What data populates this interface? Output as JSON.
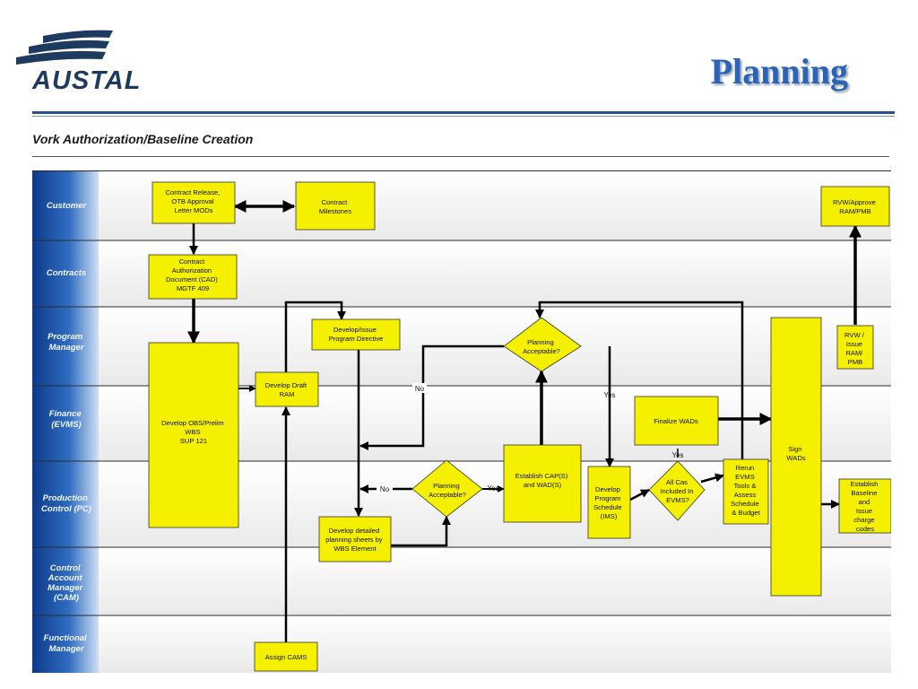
{
  "header": {
    "logo_text": "AUSTAL",
    "title": "Planning",
    "subtitle": "Vork Authorization/Baseline Creation"
  },
  "colors": {
    "brand_navy": "#1e3a5f",
    "title_blue": "#2a63b8",
    "lane_blue": "#2f6cc0",
    "box_yellow": "#f4f000"
  },
  "lanes": [
    {
      "lines": [
        "Customer"
      ]
    },
    {
      "lines": [
        "Contracts"
      ]
    },
    {
      "lines": [
        "Program",
        "Manager"
      ]
    },
    {
      "lines": [
        "Finance",
        "(EVMS)"
      ]
    },
    {
      "lines": [
        "Production",
        "Control (PC)"
      ]
    },
    {
      "lines": [
        "Control",
        "Account",
        "Manager",
        "(CAM)"
      ]
    },
    {
      "lines": [
        "Functional",
        "Manager"
      ]
    }
  ],
  "nodes": {
    "contract_release": {
      "lines": [
        "Contract Release,",
        "OTB Approval",
        "Letter MODs"
      ]
    },
    "contract_milestones": {
      "lines": [
        "Contract",
        "Milestones"
      ]
    },
    "rvw_approve_ram_pmb": {
      "lines": [
        "RVW/Approve",
        "RAM/PMB"
      ]
    },
    "cad": {
      "lines": [
        "Contract",
        "Authorization",
        "Document (CAD)",
        "MGTF 409"
      ]
    },
    "develop_issue_directive": {
      "lines": [
        "Develop/Issue",
        "Program Directive"
      ]
    },
    "planning_acceptable_top": {
      "lines": [
        "Planning",
        "Acceptable?"
      ]
    },
    "rvw_issue_ram_pmb": {
      "lines": [
        "RVW /",
        "Issue",
        "RAM/",
        "PMB"
      ]
    },
    "develop_obs_wbs": {
      "lines": [
        "Develop OBS/Prelim",
        "WBS",
        "SUP 121"
      ]
    },
    "develop_draft_ram": {
      "lines": [
        "Develop Draft",
        "RAM"
      ]
    },
    "finalize_wads": {
      "lines": [
        "Finalize WADs"
      ]
    },
    "sign_wads": {
      "lines": [
        "Sign",
        "WADs"
      ]
    },
    "establish_cap_wad": {
      "lines": [
        "Establish CAP(S)",
        "and WAD(S)"
      ]
    },
    "planning_acceptable_bottom": {
      "lines": [
        "Planning",
        "Acceptable?"
      ]
    },
    "develop_program_schedule": {
      "lines": [
        "Develop",
        "Program",
        "Schedule",
        "(IMS)"
      ]
    },
    "all_cas_included": {
      "lines": [
        "All Cas",
        "Included In",
        "EVMS?"
      ]
    },
    "rerun_evms_tools": {
      "lines": [
        "Rerun",
        "EVMS",
        "Tools &",
        "Assess",
        "Schedule",
        "& Budget"
      ]
    },
    "establish_baseline": {
      "lines": [
        "Establish",
        "Baseline",
        "and",
        "Issue",
        "charge",
        "codes"
      ]
    },
    "develop_detailed_sheets": {
      "lines": [
        "Develop detailed",
        "planning sheets by",
        "WBS Element"
      ]
    },
    "assign_cams": {
      "lines": [
        "Assign CAMS"
      ]
    }
  },
  "edge_labels": {
    "no_top": "No",
    "yes_top": "Yes",
    "no_bottom": "No",
    "yes_bottom": "Yes",
    "yes_all_cas": "Yes"
  }
}
